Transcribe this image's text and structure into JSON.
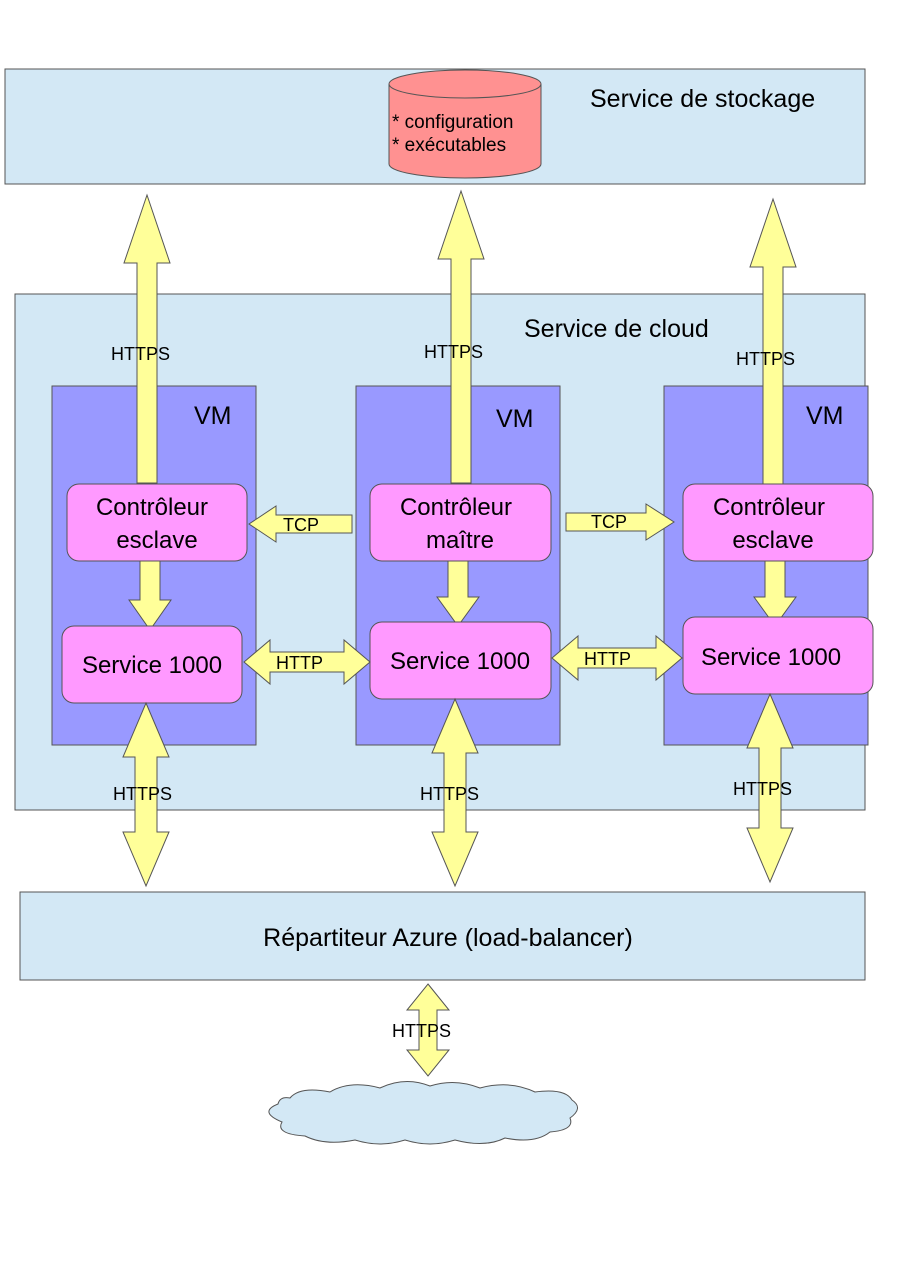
{
  "colors": {
    "service_band": "#d3e8f5",
    "vm": "#9999ff",
    "node": "#ff99ff",
    "arrow": "#ffff99",
    "storage_db": "#ff9191",
    "cloud": "#d3e8f5",
    "stroke": "#555555"
  },
  "storage": {
    "title": "Service de stockage",
    "db_lines": [
      "* configuration",
      "* exécutables"
    ]
  },
  "cloud_service": {
    "title": "Service de cloud",
    "vms": [
      {
        "label": "VM",
        "controller": [
          "Contrôleur",
          "esclave"
        ],
        "service": "Service 1000",
        "up_label": "HTTPS",
        "down_label": "HTTPS"
      },
      {
        "label": "VM",
        "controller": [
          "Contrôleur",
          "maître"
        ],
        "service": "Service 1000",
        "up_label": "HTTPS",
        "down_label": "HTTPS"
      },
      {
        "label": "VM",
        "controller": [
          "Contrôleur",
          "esclave"
        ],
        "service": "Service 1000",
        "up_label": "HTTPS",
        "down_label": "HTTPS"
      }
    ],
    "tcp_labels": [
      "TCP",
      "TCP"
    ],
    "http_labels": [
      "HTTP",
      "HTTP"
    ]
  },
  "load_balancer": {
    "title": "Répartiteur Azure (load-balancer)"
  },
  "internet": {
    "link_label": "HTTPS"
  }
}
